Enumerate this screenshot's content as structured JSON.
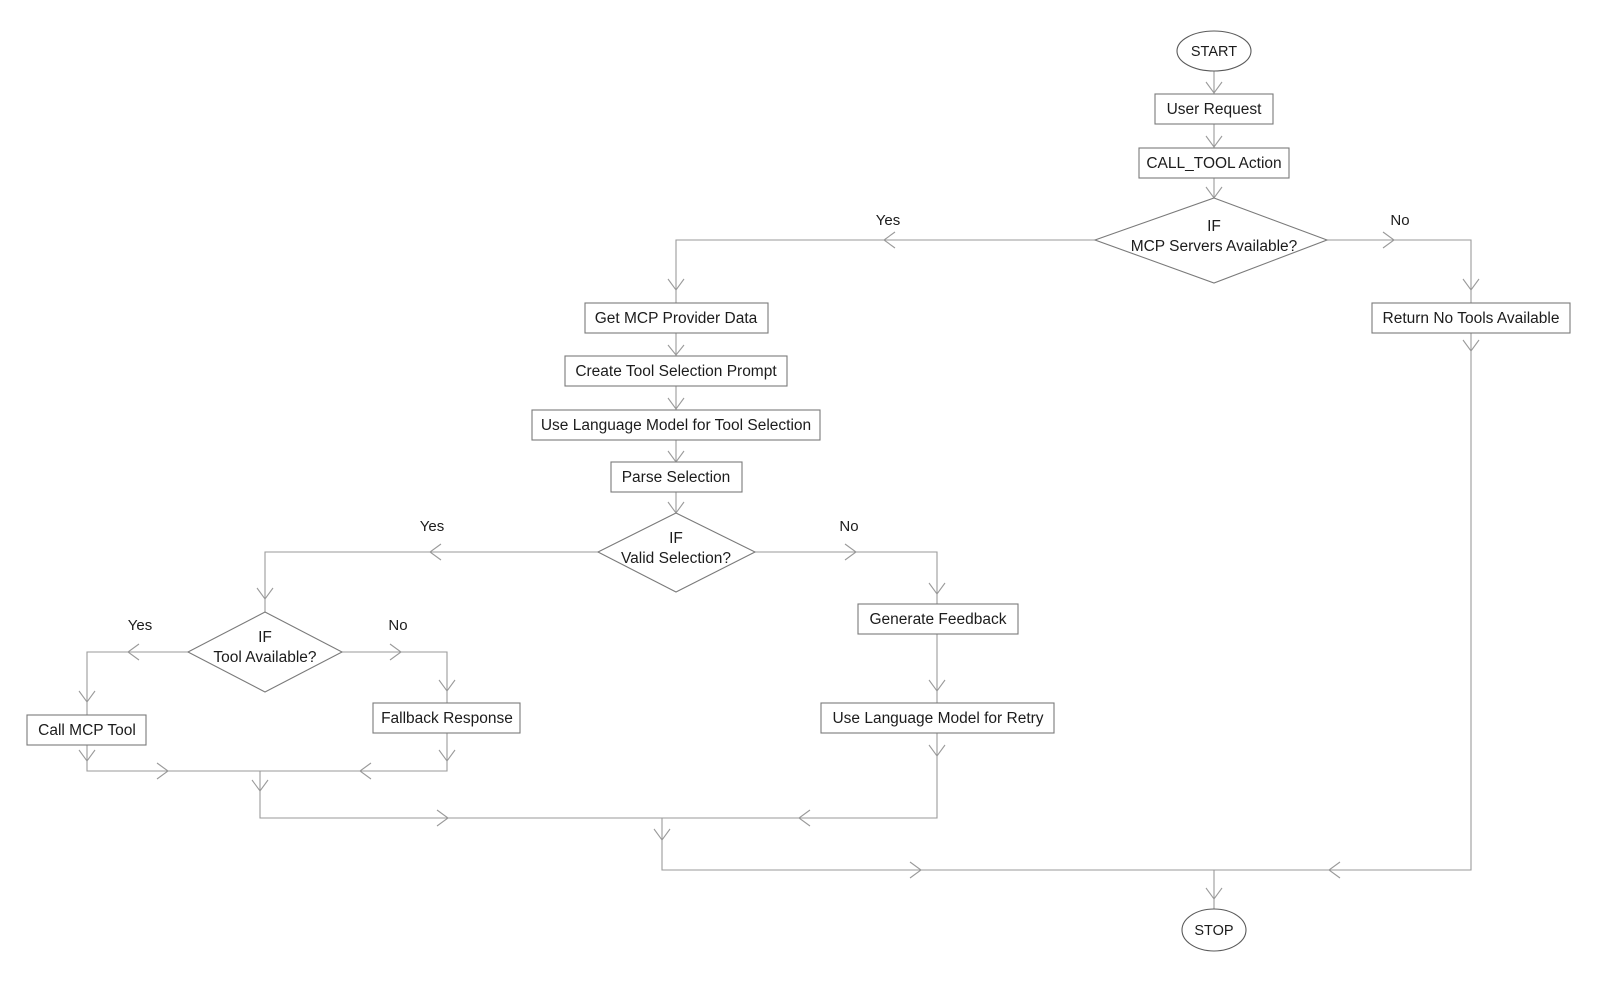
{
  "diagram": {
    "type": "flowchart",
    "orientation": "top-down",
    "background_color": "#ffffff",
    "line_color": "#9a9a9a",
    "node_border_color": "#7a7a7a",
    "text_color": "#1c1c1c",
    "title": ""
  },
  "nodes": {
    "start": {
      "label": "START",
      "shape": "ellipse"
    },
    "user_request": {
      "label": "User Request",
      "shape": "rect"
    },
    "call_tool_action": {
      "label": "CALL_TOOL Action",
      "shape": "rect"
    },
    "decision_servers": {
      "label_line1": "IF",
      "label_line2": "MCP Servers Available?",
      "shape": "diamond"
    },
    "return_no_tools": {
      "label": "Return No Tools Available",
      "shape": "rect"
    },
    "get_provider_data": {
      "label": "Get MCP Provider Data",
      "shape": "rect"
    },
    "create_prompt": {
      "label": "Create Tool Selection Prompt",
      "shape": "rect"
    },
    "use_lm_selection": {
      "label": "Use Language Model for Tool Selection",
      "shape": "rect"
    },
    "parse_selection": {
      "label": "Parse Selection",
      "shape": "rect"
    },
    "decision_valid": {
      "label_line1": "IF",
      "label_line2": "Valid Selection?",
      "shape": "diamond"
    },
    "decision_tool_available": {
      "label_line1": "IF",
      "label_line2": "Tool Available?",
      "shape": "diamond"
    },
    "call_mcp_tool": {
      "label": "Call MCP Tool",
      "shape": "rect"
    },
    "fallback_response": {
      "label": "Fallback Response",
      "shape": "rect"
    },
    "generate_feedback": {
      "label": "Generate Feedback",
      "shape": "rect"
    },
    "use_lm_retry": {
      "label": "Use Language Model for Retry",
      "shape": "rect"
    },
    "stop": {
      "label": "STOP",
      "shape": "ellipse"
    }
  },
  "edge_labels": {
    "servers_yes": "Yes",
    "servers_no": "No",
    "valid_yes": "Yes",
    "valid_no": "No",
    "tool_yes": "Yes",
    "tool_no": "No"
  },
  "edges": [
    {
      "from": "start",
      "to": "user_request",
      "label": ""
    },
    {
      "from": "user_request",
      "to": "call_tool_action",
      "label": ""
    },
    {
      "from": "call_tool_action",
      "to": "decision_servers",
      "label": ""
    },
    {
      "from": "decision_servers",
      "to": "get_provider_data",
      "label": "Yes"
    },
    {
      "from": "decision_servers",
      "to": "return_no_tools",
      "label": "No"
    },
    {
      "from": "get_provider_data",
      "to": "create_prompt",
      "label": ""
    },
    {
      "from": "create_prompt",
      "to": "use_lm_selection",
      "label": ""
    },
    {
      "from": "use_lm_selection",
      "to": "parse_selection",
      "label": ""
    },
    {
      "from": "parse_selection",
      "to": "decision_valid",
      "label": ""
    },
    {
      "from": "decision_valid",
      "to": "decision_tool_available",
      "label": "Yes"
    },
    {
      "from": "decision_valid",
      "to": "generate_feedback",
      "label": "No"
    },
    {
      "from": "decision_tool_available",
      "to": "call_mcp_tool",
      "label": "Yes"
    },
    {
      "from": "decision_tool_available",
      "to": "fallback_response",
      "label": "No"
    },
    {
      "from": "call_mcp_tool",
      "to": "stop",
      "label": ""
    },
    {
      "from": "fallback_response",
      "to": "stop",
      "label": ""
    },
    {
      "from": "generate_feedback",
      "to": "use_lm_retry",
      "label": ""
    },
    {
      "from": "use_lm_retry",
      "to": "stop",
      "label": ""
    },
    {
      "from": "return_no_tools",
      "to": "stop",
      "label": ""
    }
  ]
}
